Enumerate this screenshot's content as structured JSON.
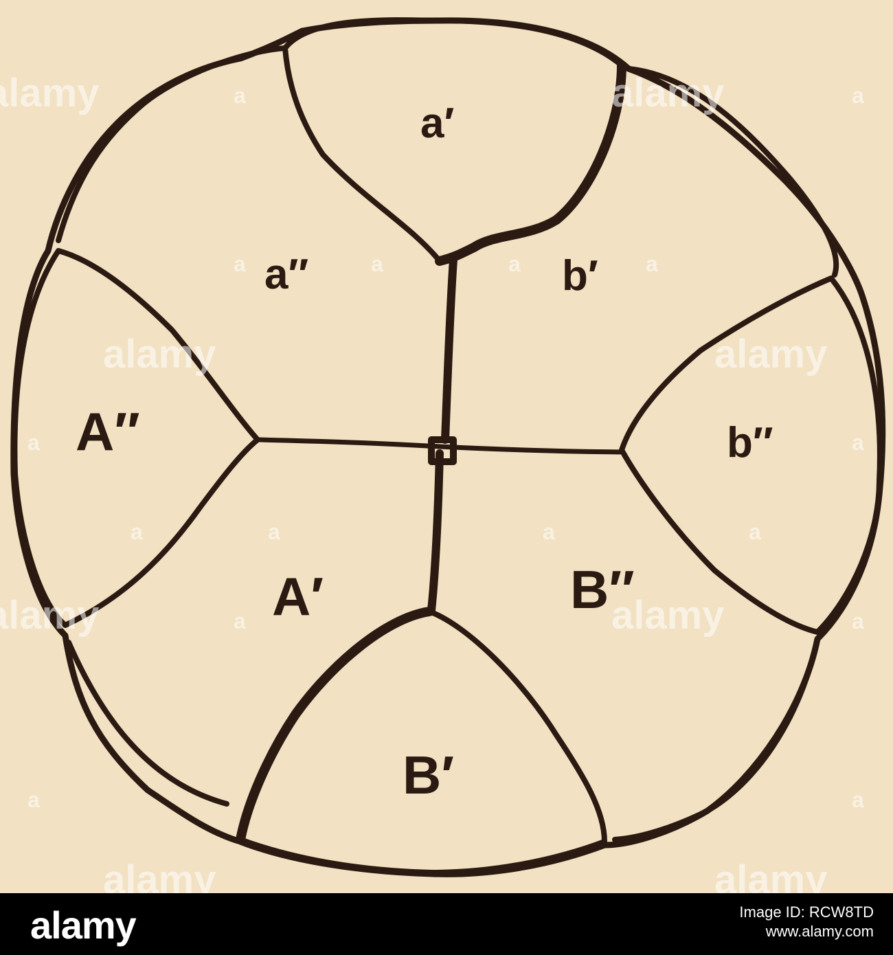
{
  "diagram": {
    "labels": {
      "a_prime": "a′",
      "a_double": "a″",
      "b_prime": "b′",
      "b_double": "b″",
      "A_double": "A″",
      "A_prime": "A′",
      "B_double": "B″",
      "B_prime": "B′"
    }
  },
  "watermark": {
    "text": "alamy",
    "mark": "a"
  },
  "footer": {
    "brand": "alamy",
    "image_id_line1": "Image ID: RCW8TD",
    "image_id_line2": "www.alamy.com"
  },
  "colors": {
    "background": "#f2e1c2",
    "line": "#2a1a12",
    "footer": "#000000"
  }
}
